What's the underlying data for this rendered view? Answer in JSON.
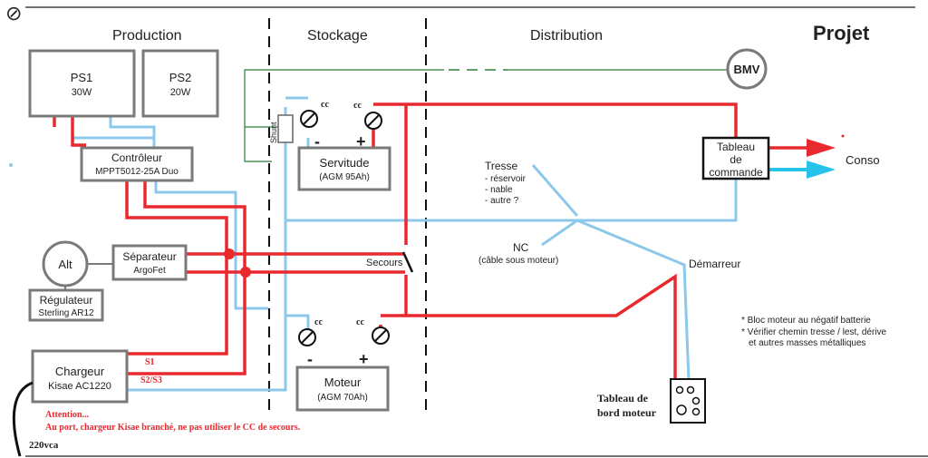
{
  "header": {
    "symbol": "⊘",
    "title": "Projet",
    "sections": [
      "Production",
      "Stockage",
      "Distribution"
    ]
  },
  "boxes": {
    "ps1": {
      "name": "PS1",
      "value": "30W"
    },
    "ps2": {
      "name": "PS2",
      "value": "20W"
    },
    "controleur": {
      "name": "Contrôleur",
      "model": "MPPT5012-25A Duo"
    },
    "alt": {
      "name": "Alt"
    },
    "separateur": {
      "name": "Séparateur",
      "model": "ArgoFet"
    },
    "regulateur": {
      "name": "Régulateur",
      "model": "Sterling AR12"
    },
    "chargeur": {
      "name": "Chargeur",
      "model": "Kisae AC1220"
    },
    "servitude": {
      "name": "Servitude",
      "model": "(AGM 95Ah)"
    },
    "moteur": {
      "name": "Moteur",
      "model": "(AGM 70Ah)"
    },
    "bmv": {
      "name": "BMV"
    },
    "tableau_commande": {
      "line1": "Tableau",
      "line2": "de",
      "line3": "commande"
    },
    "tableau_bord": {
      "line1": "Tableau de",
      "line2": "bord moteur"
    }
  },
  "labels": {
    "shunt": "Shunt",
    "cc": "cc",
    "plus": "+",
    "minus": "-",
    "secours": "Secours",
    "conso": "Conso",
    "demarreur": "Démarreur",
    "s1": "S1",
    "s2s3": "S2/S3",
    "volt": "220vca",
    "tresse": {
      "title": "Tresse",
      "items": [
        "- réservoir",
        "- nable",
        "- autre ?"
      ]
    },
    "nc": {
      "title": "NC",
      "sub": "(câble sous moteur)"
    },
    "notes": [
      "* Bloc moteur au négatif batterie",
      "* Vérifier chemin tresse / lest, dérive",
      "et autres masses métalliques"
    ],
    "attention": {
      "title": "Attention...",
      "text": "Au port, chargeur Kisae branché, ne pas utiliser le CC de secours."
    }
  },
  "colors": {
    "positive": "#e8292e",
    "negative": "#8cc8ea",
    "data": "#2f7d3a",
    "box": "#7a7a7a"
  }
}
